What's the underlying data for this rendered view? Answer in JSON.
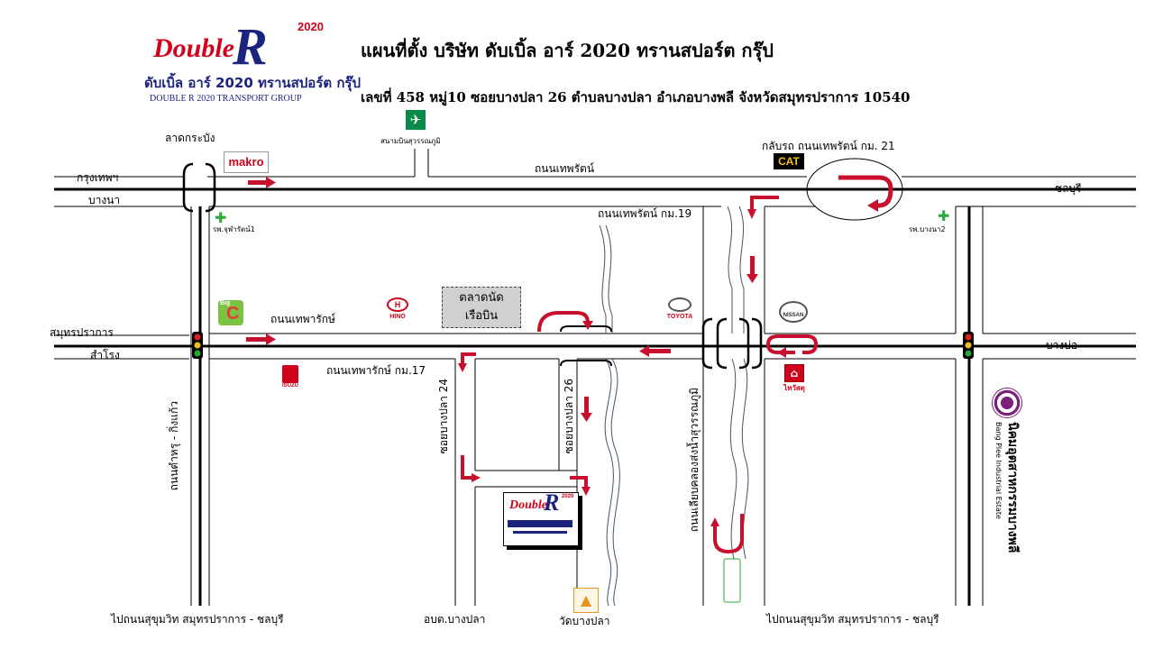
{
  "header": {
    "title": "แผนที่ตั้ง บริษัท ดับเบิ้ล อาร์ 2020 ทรานสปอร์ต กรุ๊ป",
    "address": "เลขที่ 458 หมู่10 ซอยบางปลา 26 ตำบลบางปลา อำเภอบางพลี จังหวัดสมุทรปราการ 10540"
  },
  "logo": {
    "brand_double": "Double",
    "brand_r": "R",
    "brand_year": "2020",
    "thai_name": "ดับเบิ้ล อาร์ 2020 ทรานสปอร์ต กรุ๊ป",
    "english_name": "DOUBLE R 2020 TRANSPORT GROUP"
  },
  "places": {
    "latkrabang": "ลาดกระบัง",
    "bangkok": "กรุงเทพฯ",
    "bangna": "บางนา",
    "airport": "สนามบินสุวรรณภูมิ",
    "uturn_km21": "กลับรถ ถนนเทพรัตน์ กม. 21",
    "chonburi": "ชลบุรี",
    "road_thepharat": "ถนนเทพรัตน์",
    "road_thepharat_km19": "ถนนเทพรัตน์ กม.19",
    "hospital_chularat1": "รพ.จุฬารัตน์1",
    "hospital_bangna2": "รพ.บางนา2",
    "market_line1": "ตลาดนัด",
    "market_line2": "เรือบิน",
    "road_theparak": "ถนนเทพารักษ์",
    "samutprakan": "สมุทรปราการ",
    "samrong": "สำโรง",
    "bangbo": "บางบ่อ",
    "road_theparak_km17": "ถนนเทพารักษ์ กม.17",
    "soi_24": "ซอยบางปลา 24",
    "soi_26": "ซอยบางปลา 26",
    "road_kingkaew": "ถนนตำหรุ - กิ่งแก้ว",
    "road_suvarnabhumi": "ถนนเลียบคลองส่งน้ำสุวรรณภูมิ",
    "to_sukhumvit_left": "ไปถนนสุขุมวิท สมุทรปราการ - ชลบุรี",
    "to_sukhumvit_right": "ไปถนนสุขุมวิท สมุทรปราการ - ชลบุรี",
    "obt_bangpla": "อบต.บางปลา",
    "wat_bangpla": "วัดบางปลา"
  },
  "brands": {
    "makro": "makro",
    "cat": "CAT",
    "hino": "HINO",
    "toyota": "TOYOTA",
    "nissan": "NISSAN",
    "isuzu": "ISUZU",
    "bigc_big": "Big",
    "bigc_c": "C",
    "thaiwatsadu": "ไทวัสดุ"
  },
  "industrial_estate": {
    "thai": "นิคมอุตสาหกรรมบางพลี",
    "english": "Bang Plee Industrial Estate"
  },
  "colors": {
    "arrow_red": "#c8102e",
    "brand_blue": "#1a237e",
    "brand_red": "#d0021b",
    "hospital_green": "#2eaa3c",
    "market_fill": "#d0d0d0",
    "airport_green": "#0a8a4a"
  }
}
